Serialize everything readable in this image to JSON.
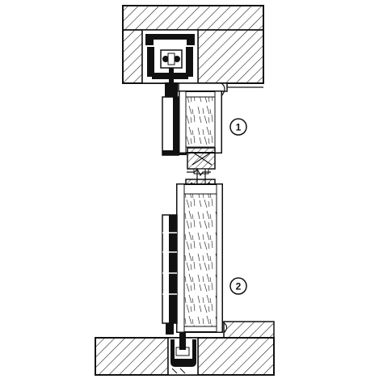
{
  "drawing": {
    "ink_color": "#111111",
    "paper_color": "#ffffff",
    "hatch_pattern": "diagonal",
    "grain_pattern": "wood-grain"
  },
  "callouts": [
    {
      "label": "1"
    },
    {
      "label": "2"
    }
  ]
}
